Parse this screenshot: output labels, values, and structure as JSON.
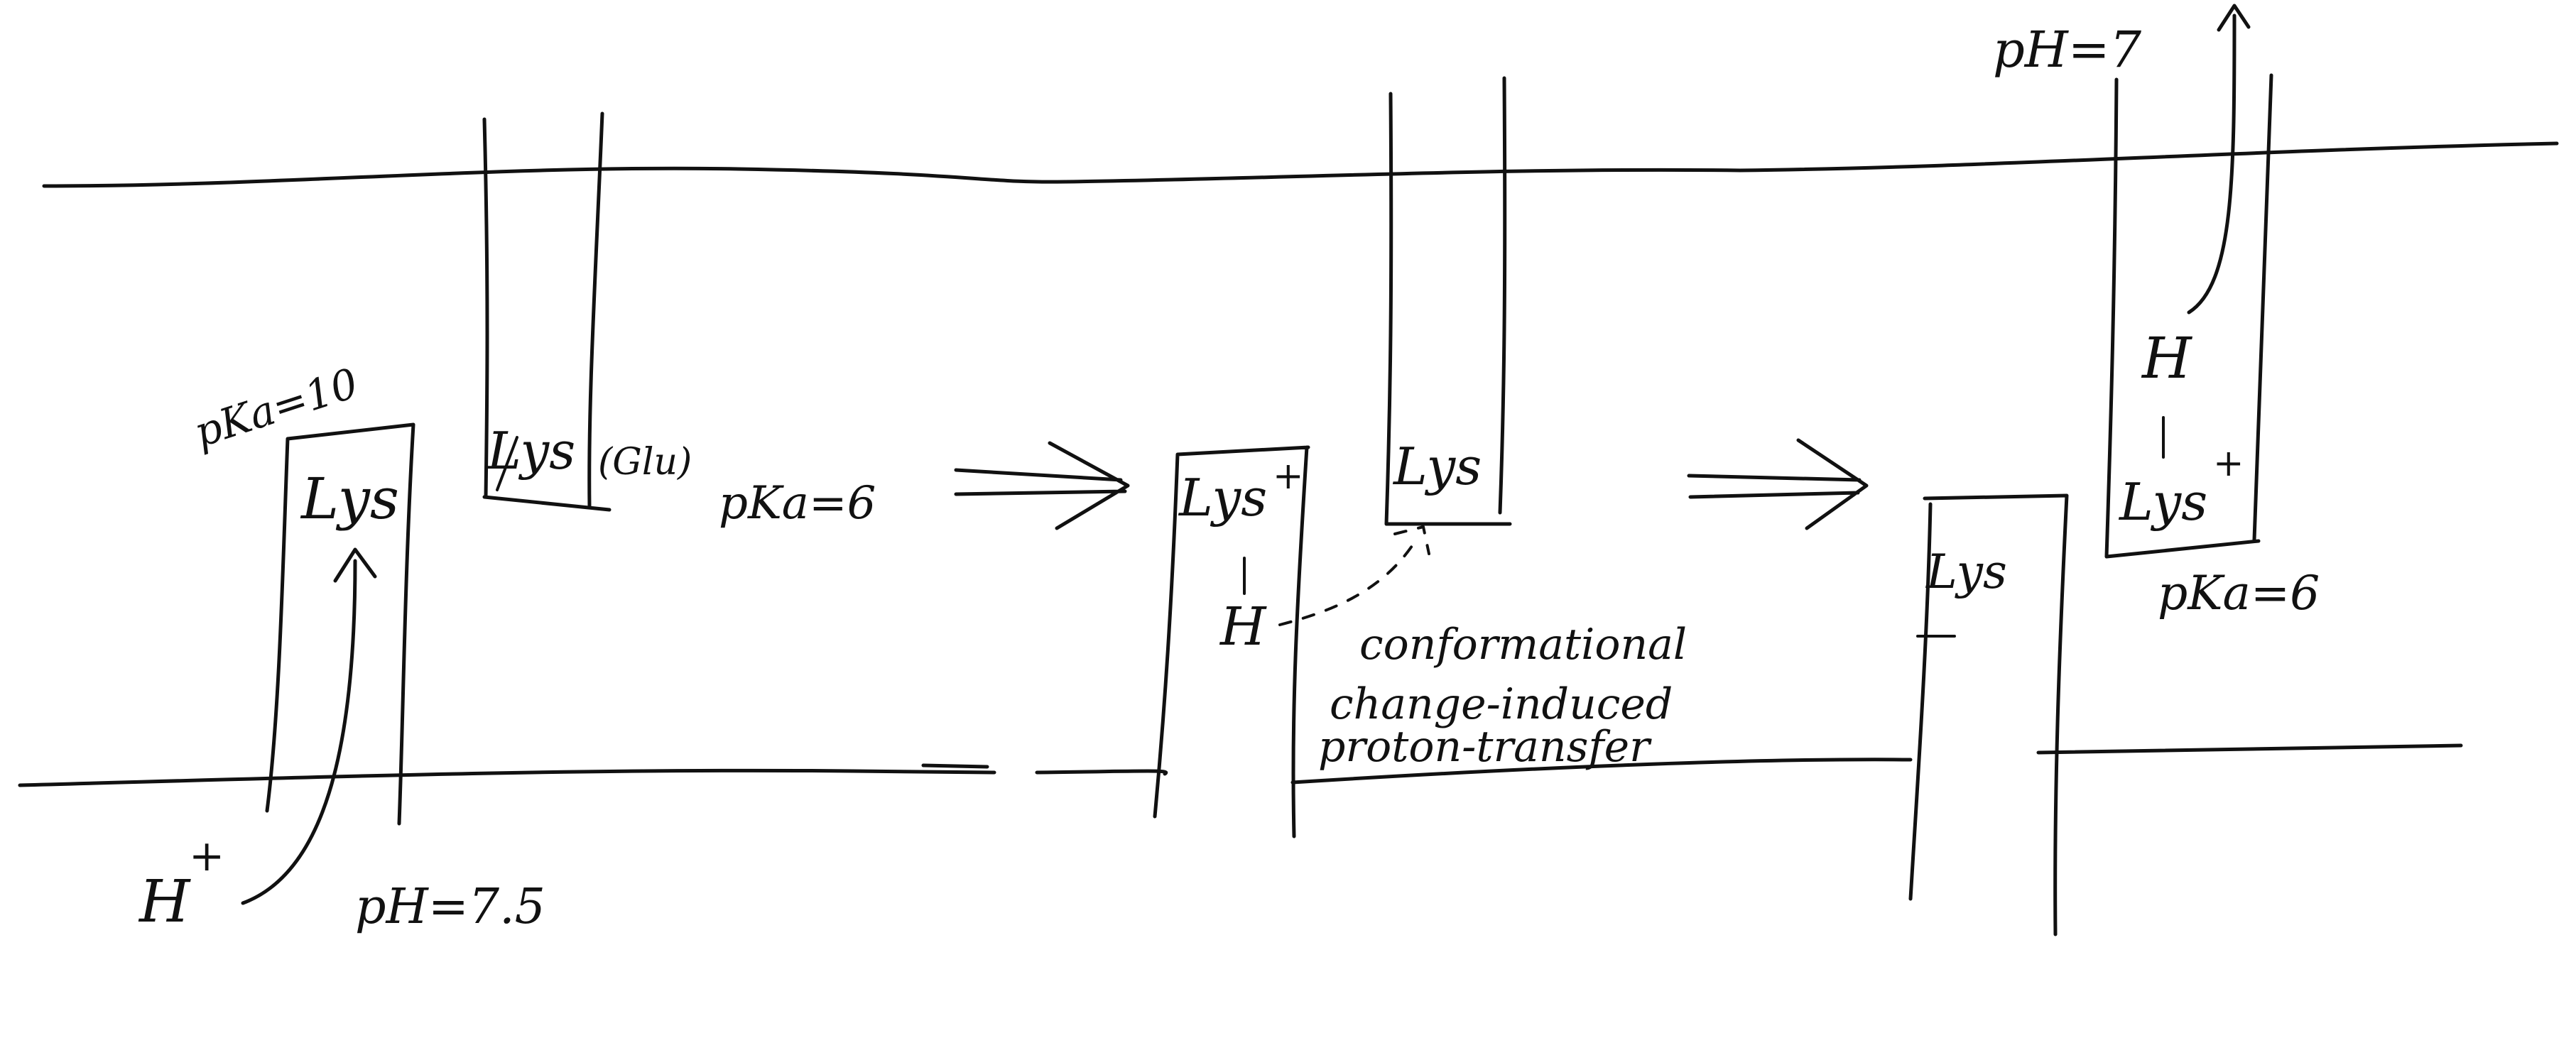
{
  "diagram": {
    "stage1": {
      "pka_low": "pKa=10",
      "lys_low": "Lys",
      "lys_high": "Lys",
      "glu": "(Glu)",
      "pka_high": "pKa=6",
      "proton": "H",
      "proton_charge": "+",
      "ph": "pH=7.5"
    },
    "stage2": {
      "lys_protonated": "Lys",
      "lys_charge": "+",
      "bond": "|",
      "proton": "H",
      "lys_upper": "Lys",
      "annotation": [
        "conformational",
        "change-induced",
        "proton-transfer"
      ]
    },
    "stage3": {
      "ph": "pH=7",
      "proton": "H",
      "bond": "|",
      "lys_protonated": "Lys",
      "lys_charge": "+",
      "pka": "pKa=6",
      "lys_low": "Lys"
    }
  }
}
